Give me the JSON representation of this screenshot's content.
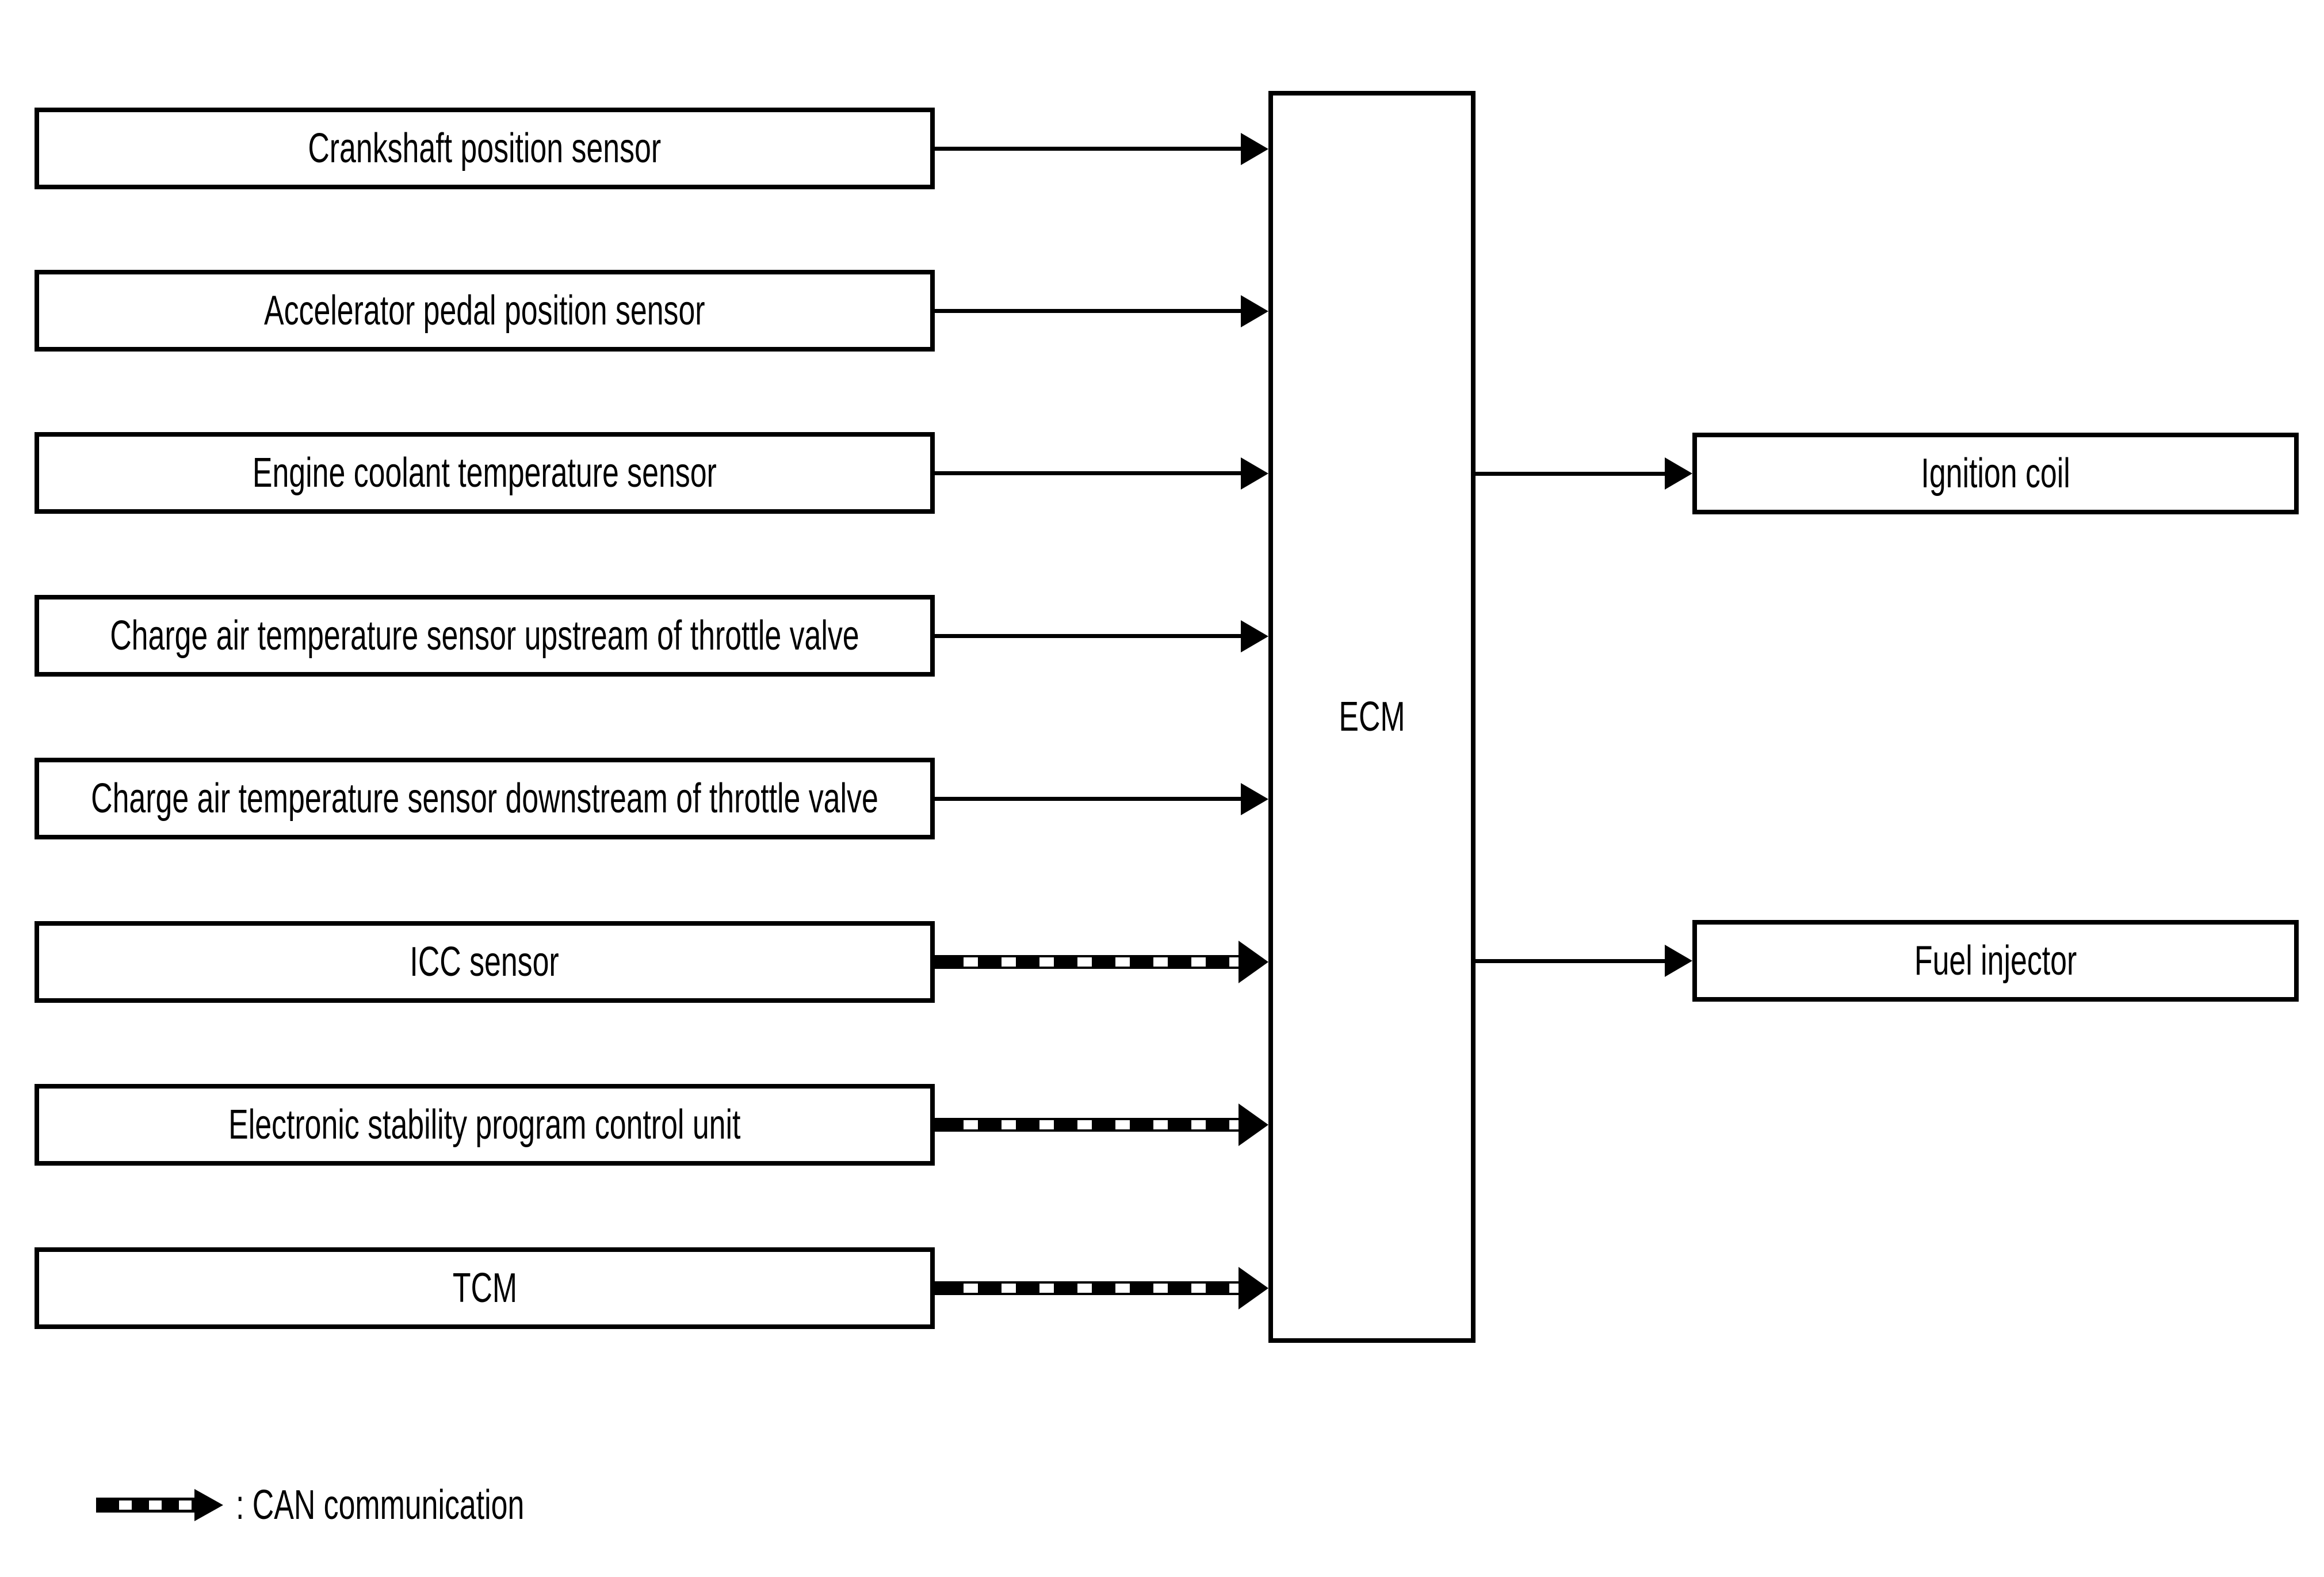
{
  "diagram": {
    "inputs": [
      {
        "label": "Crankshaft position sensor",
        "connection": "signal"
      },
      {
        "label": "Accelerator pedal position sensor",
        "connection": "signal"
      },
      {
        "label": "Engine coolant temperature sensor",
        "connection": "signal"
      },
      {
        "label": "Charge air temperature sensor upstream of throttle valve",
        "connection": "signal"
      },
      {
        "label": "Charge air temperature sensor downstream of throttle valve",
        "connection": "signal"
      },
      {
        "label": "ICC sensor",
        "connection": "can"
      },
      {
        "label": "Electronic stability program control unit",
        "connection": "can"
      },
      {
        "label": "TCM",
        "connection": "can"
      }
    ],
    "controller": {
      "label": "ECM"
    },
    "outputs": [
      {
        "label": "Ignition coil"
      },
      {
        "label": "Fuel injector"
      }
    ],
    "legend": {
      "label": ": CAN communication"
    },
    "colors": {
      "line": "#000000",
      "background": "#ffffff"
    }
  }
}
